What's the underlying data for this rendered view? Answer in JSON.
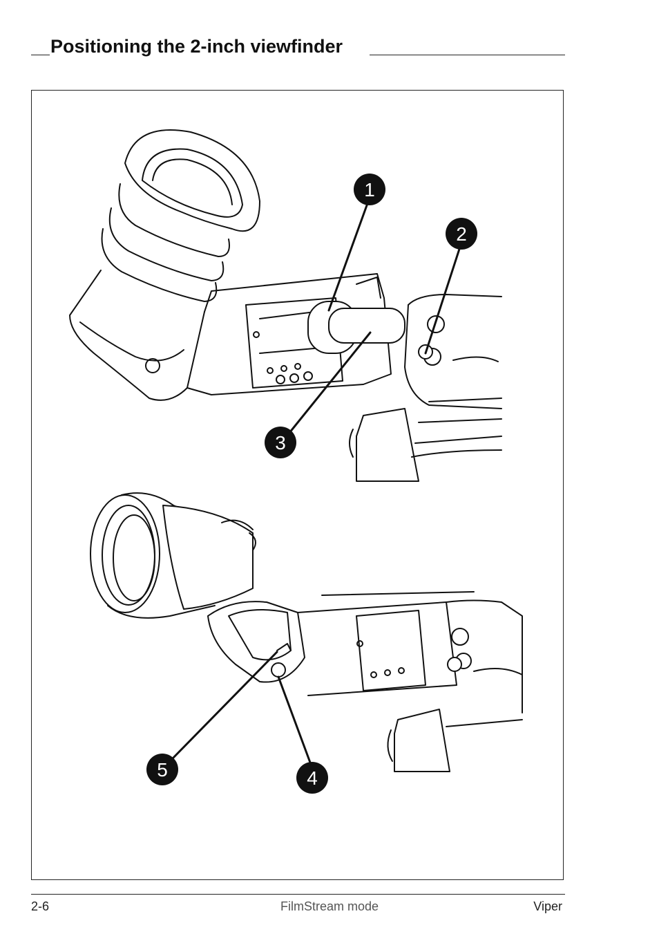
{
  "header": {
    "title": "Positioning the 2-inch viewfinder"
  },
  "figure": {
    "callouts": [
      {
        "label": "1"
      },
      {
        "label": "2"
      },
      {
        "label": "3"
      },
      {
        "label": "4"
      },
      {
        "label": "5"
      }
    ]
  },
  "footer": {
    "page_number": "2-6",
    "section": "FilmStream mode",
    "product": "Viper"
  }
}
